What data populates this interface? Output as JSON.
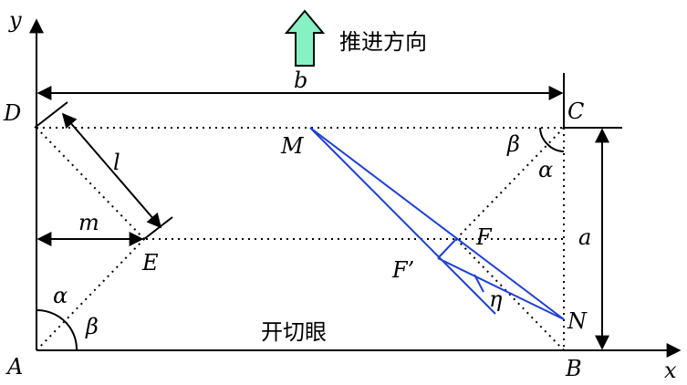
{
  "labels": {
    "y_axis": "y",
    "x_axis": "x",
    "D": "D",
    "C": "C",
    "A": "A",
    "B": "B",
    "M": "M",
    "N": "N",
    "E": "E",
    "F": "F",
    "F_prime": "F’",
    "b": "b",
    "a": "a",
    "l": "l",
    "m": "m",
    "alpha_left": "α",
    "beta_left": "β",
    "alpha_right": "α",
    "beta_right": "β",
    "eta": "η",
    "direction": "推进方向",
    "cut_hole": "开切眼"
  },
  "colors": {
    "line": "#000000",
    "blue": "#1f3fd6",
    "arrow_fill": "#86f1c2"
  }
}
